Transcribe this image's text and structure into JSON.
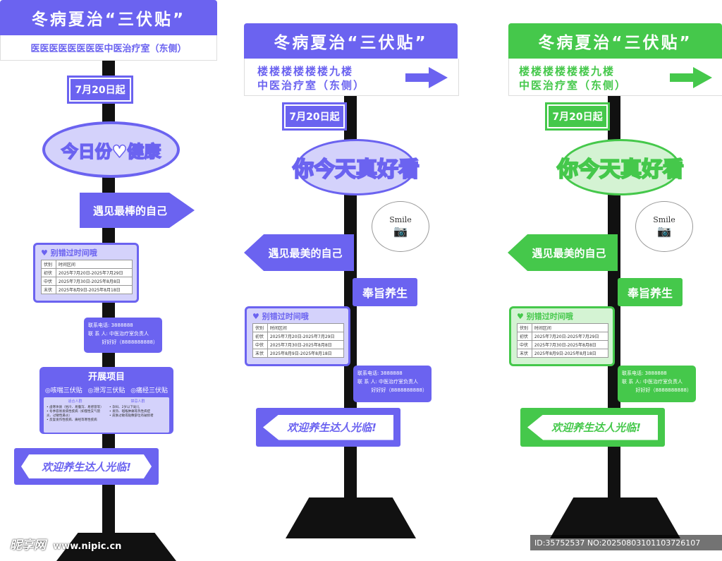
{
  "colors": {
    "purple": "#6b63f0",
    "purple_light": "#d4d2fb",
    "green": "#45c84b",
    "green_light": "#d4f3d3",
    "pole": "#111111"
  },
  "signs": [
    {
      "variant": "purple-left",
      "title": "冬病夏治“三伏贴”",
      "subtitle_lines": [
        "医医医医医医医医中医治疗室（东侧）"
      ],
      "date_tag": "7月20日起",
      "oval_text": "今日份♥健康",
      "arrow_text": "遇见最棒的自己",
      "schedule": {
        "heading": "别错过时间哦",
        "columns": [
          "伏别",
          "时间区间"
        ],
        "rows": [
          [
            "初伏",
            "2025年7月20日-2025年7月29日"
          ],
          [
            "中伏",
            "2025年7月30日-2025年8月8日"
          ],
          [
            "末伏",
            "2025年8月9日-2025年8月18日"
          ]
        ]
      },
      "contact": {
        "phone_line": "联系电话: 3888888",
        "person_line": "联 系 人: 中医治疗室负责人",
        "name_line": "好好好（8888888888）"
      },
      "projects": {
        "heading": "开展项目",
        "items": [
          "◎咳喘三伏贴",
          "◎泄泻三伏贴",
          "◎痛经三伏贴"
        ],
        "suitable_title": "适合人群",
        "forbidden_title": "禁忌人群",
        "suitable_items": [
          "• 虚寒体质（怕冷、易腹泻、易感冒等）",
          "• 冬季容易发病性疾病（如慢性支气管炎、过敏性鼻炎）",
          "• 反复发作性疾病、痛经等寒性疾病"
        ],
        "forbidden_items": [
          "• 孕妇、2岁以下幼儿",
          "• 发热、咽喉肿痛等热性病症",
          "• 皮肤过敏或贴敷部位有破损者"
        ]
      },
      "welcome": "欢迎养生达人光临!"
    },
    {
      "variant": "purple-middle",
      "title": "冬病夏治“三伏贴”",
      "subtitle_lines": [
        "楼楼楼楼楼楼九楼",
        "中医治疗室（东侧）"
      ],
      "date_tag": "7月20日起",
      "oval_text": "你今天真好看",
      "smile_text": "Smile",
      "arrow_text": "遇见最美的自己",
      "small_sign": "奉旨养生",
      "schedule": {
        "heading": "别错过时间哦",
        "columns": [
          "伏别",
          "时间区间"
        ],
        "rows": [
          [
            "初伏",
            "2025年7月20日-2025年7月29日"
          ],
          [
            "中伏",
            "2025年7月30日-2025年8月8日"
          ],
          [
            "末伏",
            "2025年8月9日-2025年8月18日"
          ]
        ]
      },
      "contact": {
        "phone_line": "联系电话: 3888888",
        "person_line": "联 系 人: 中医治疗室负责人",
        "name_line": "好好好（8888888888）"
      },
      "welcome": "欢迎养生达人光临!"
    },
    {
      "variant": "green-right",
      "title": "冬病夏治“三伏贴”",
      "subtitle_lines": [
        "楼楼楼楼楼楼九楼",
        "中医治疗室（东侧）"
      ],
      "date_tag": "7月20日起",
      "oval_text": "你今天真好看",
      "smile_text": "Smile",
      "arrow_text": "遇见最美的自己",
      "small_sign": "奉旨养生",
      "schedule": {
        "heading": "别错过时间哦",
        "columns": [
          "伏别",
          "时间区间"
        ],
        "rows": [
          [
            "初伏",
            "2025年7月20日-2025年7月29日"
          ],
          [
            "中伏",
            "2025年7月30日-2025年8月8日"
          ],
          [
            "末伏",
            "2025年8月9日-2025年8月18日"
          ]
        ]
      },
      "contact": {
        "phone_line": "联系电话: 3888888",
        "person_line": "联 系 人: 中医治疗室负责人",
        "name_line": "好好好（8888888888）"
      },
      "welcome": "欢迎养生达人光临!"
    }
  ],
  "watermark": {
    "logo": "昵享网",
    "site": "www.nipic.cn",
    "id_text": "ID:35752537 NO:20250803101103726107"
  }
}
